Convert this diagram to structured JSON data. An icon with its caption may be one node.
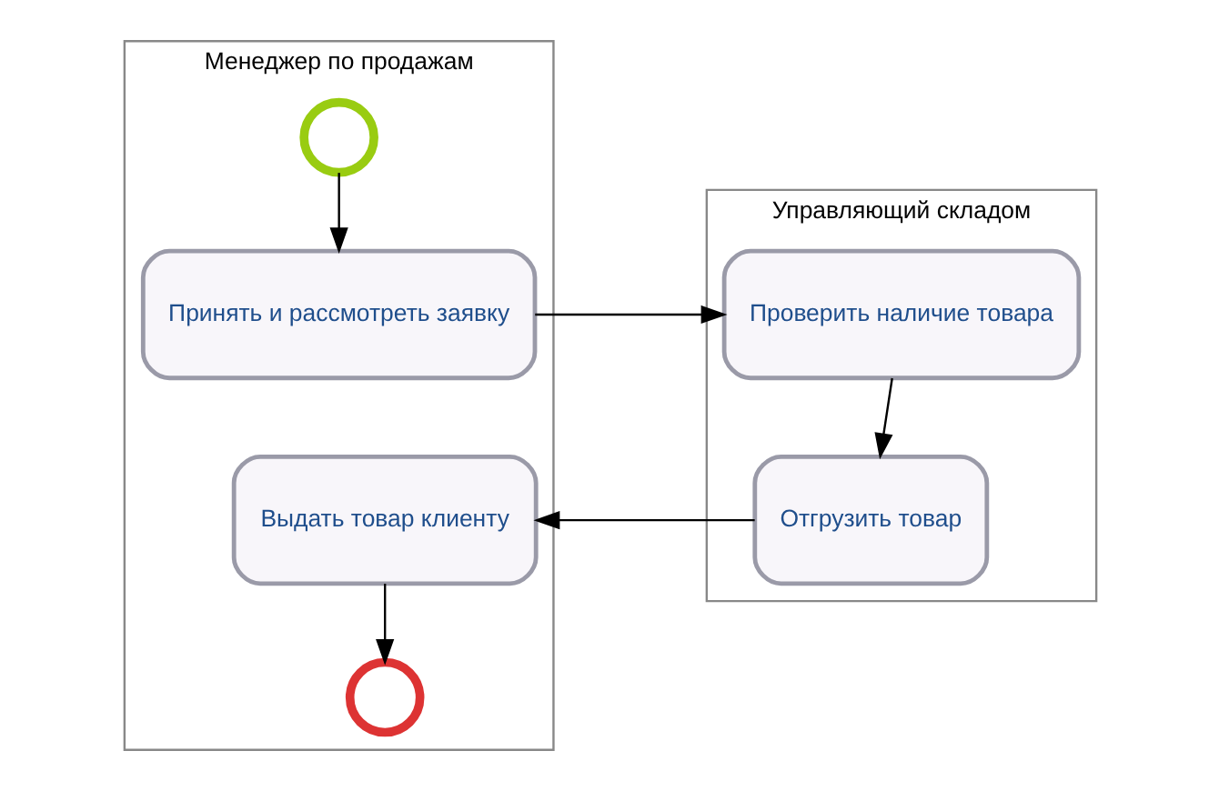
{
  "diagram": {
    "nodes": [
      {
        "text": [
          "Менеджер по продажам"
        ]
      },
      {
        "text": [
          "Управляющий складом"
        ]
      },
      {
        "text": [],
        "shape": "circle",
        "in": 0
      },
      {
        "text": [
          "Принять и рассмотреть заявку"
        ],
        "in": 0
      },
      {
        "text": [
          "Проверить наличие товара"
        ],
        "in": 1
      },
      {
        "text": [
          "Отгрузить товар"
        ],
        "in": 1
      },
      {
        "text": [
          "Выдать товар клиенту"
        ],
        "in": 0
      },
      {
        "text": [],
        "shape": "circle",
        "in": 0
      }
    ],
    "edges": [
      {
        "from": 2,
        "to": 3,
        "arrow": "to"
      },
      {
        "from": 3,
        "to": 4,
        "arrow": "to"
      },
      {
        "from": 4,
        "to": 5,
        "arrow": "to"
      },
      {
        "from": 5,
        "to": 6,
        "arrow": "to"
      },
      {
        "from": 6,
        "to": 7,
        "arrow": "to"
      }
    ]
  }
}
